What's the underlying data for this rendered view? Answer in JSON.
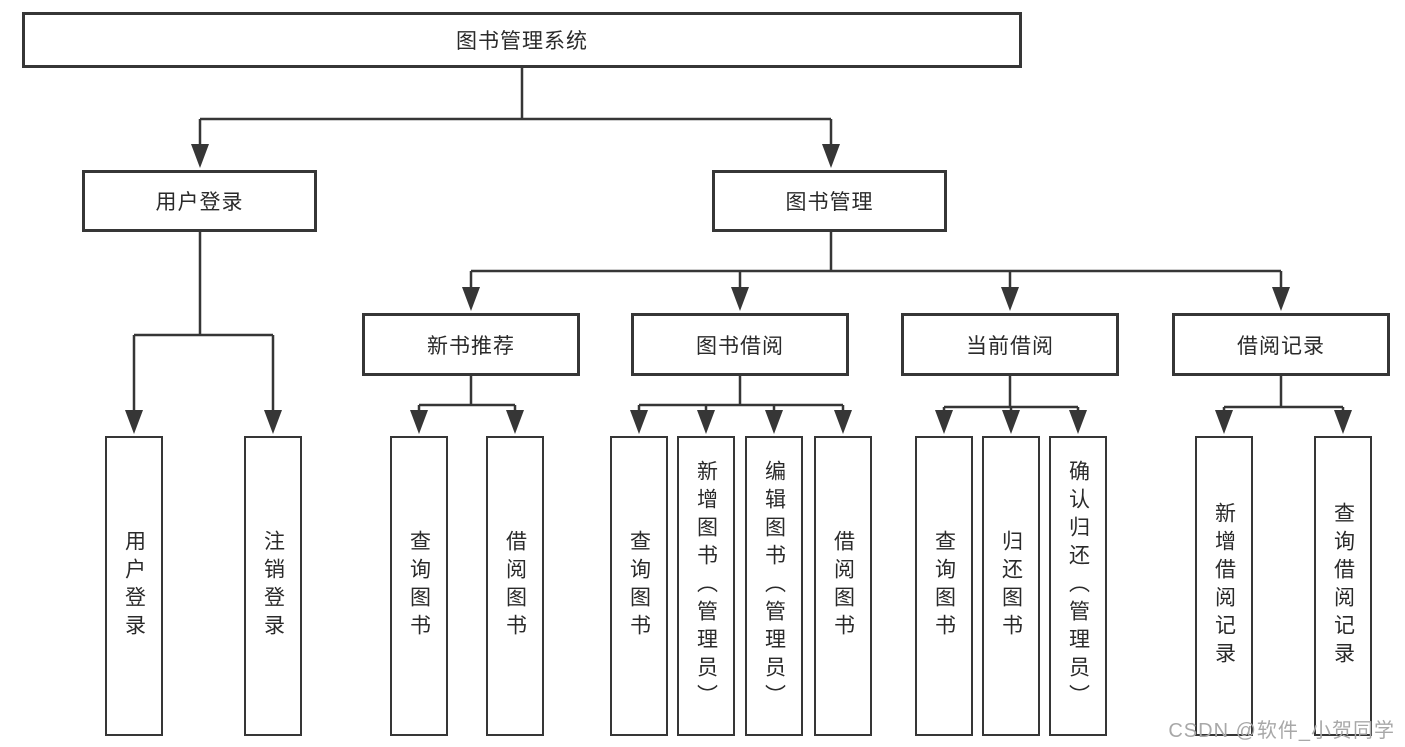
{
  "root": {
    "label": "图书管理系统"
  },
  "level2": [
    {
      "label": "用户登录",
      "children": [
        "用户登录",
        "注销登录"
      ]
    },
    {
      "label": "图书管理",
      "children": [
        {
          "label": "新书推荐",
          "children": [
            "查询图书",
            "借阅图书"
          ]
        },
        {
          "label": "图书借阅",
          "children": [
            "查询图书",
            "新增图书（管理员）",
            "编辑图书（管理员）",
            "借阅图书"
          ]
        },
        {
          "label": "当前借阅",
          "children": [
            "查询图书",
            "归还图书",
            "确认归还（管理员）"
          ]
        },
        {
          "label": "借阅记录",
          "children": [
            "新增借阅记录",
            "查询借阅记录"
          ]
        }
      ]
    }
  ],
  "watermark": "CSDN @软件_小贺同学",
  "colors": {
    "line": "#363636",
    "text": "#2a2a2a",
    "watermark": "#a8a8a8",
    "background": "#ffffff"
  }
}
